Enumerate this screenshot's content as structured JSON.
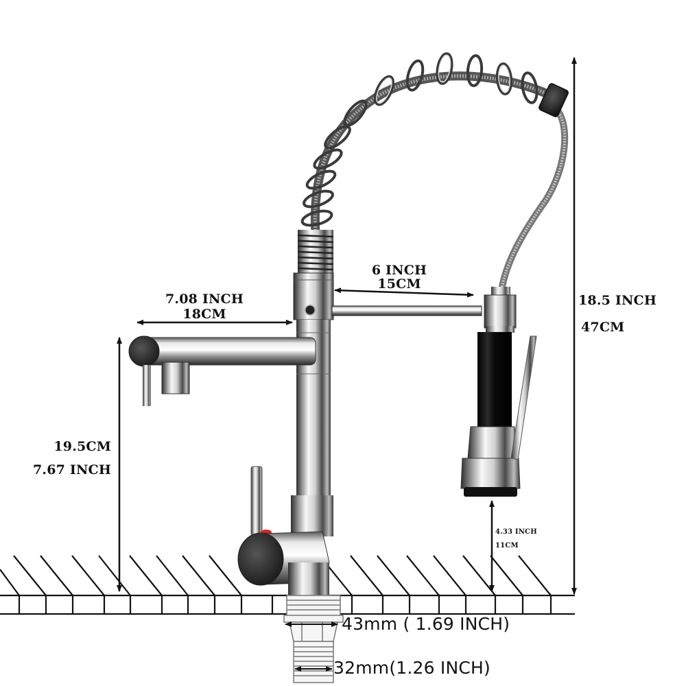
{
  "diagram": {
    "subject": "Pull-down spring kitchen faucet with swivel pot-filler spout",
    "colors": {
      "background": "#ffffff",
      "line": "#111111",
      "chrome_light": "#f2f2f2",
      "chrome_mid": "#b9b9b9",
      "chrome_dark": "#3a3a3a",
      "sprayer_body": "#101010",
      "hot_indicator": "#e02020"
    },
    "dimensions": {
      "total_height": {
        "inch": "18.5 INCH",
        "cm": "47CM"
      },
      "spout_reach": {
        "inch": "7.08 INCH",
        "cm": "18CM"
      },
      "sprayer_arm": {
        "inch": "6 INCH",
        "cm": "15CM"
      },
      "spout_height": {
        "cm": "19.5CM",
        "inch": "7.67 INCH"
      },
      "sprayer_clearance": {
        "inch": "4.33 INCH",
        "cm": "11CM"
      },
      "mount_diameter": {
        "label": "43mm ( 1.69 INCH)"
      },
      "shank_diameter": {
        "label": "32mm(1.26 INCH)"
      }
    }
  }
}
